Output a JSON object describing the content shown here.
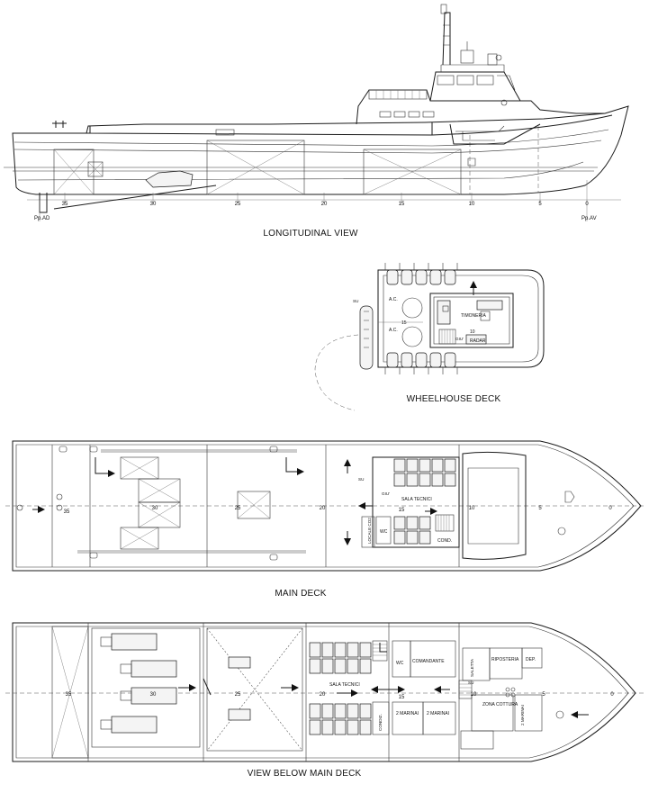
{
  "views": {
    "longitudinal": {
      "title": "LONGITUDINAL VIEW",
      "frame_ticks": [
        "35",
        "30",
        "25",
        "20",
        "15",
        "10",
        "5",
        "0"
      ],
      "aft_perpendicular": "Pp.AD",
      "fore_perpendicular": "Pp.AV"
    },
    "wheelhouse": {
      "title": "WHEELHOUSE DECK",
      "labels": {
        "ac1": "A.C.",
        "ac2": "A.C.",
        "timoneria": "TIMONERIA",
        "radar": "RADAR",
        "frame15": "15",
        "frame10": "10",
        "su": "SU",
        "giu": "GIU'"
      }
    },
    "main_deck": {
      "title": "MAIN DECK",
      "frame_ticks": [
        "35",
        "30",
        "25",
        "20",
        "15",
        "10",
        "5",
        "0"
      ],
      "labels": {
        "sala_tecnici": "SALA TECNICI",
        "wc": "WC",
        "locale_co2": "LOCALE CO2",
        "cond": "COND.",
        "su": "SU",
        "giu": "GIU'"
      }
    },
    "below_deck": {
      "title": "VIEW BELOW MAIN DECK",
      "frame_ticks": [
        "35",
        "30",
        "25",
        "20",
        "15",
        "10",
        "5",
        "0"
      ],
      "labels": {
        "sala_tecnici": "SALA TECNICI",
        "wc": "WC",
        "comandante": "COMANDANTE",
        "saletta": "SALETTA",
        "ripostiera": "RIPOSTERIA",
        "dep": "DEP.",
        "zona_cottura": "ZONA COTTURA",
        "marinai1": "2 MARINAI",
        "marinai2": "2 MARINAI",
        "marinai3": "2 MARINAI",
        "cond": "CONDIZ.",
        "su": "SU"
      }
    }
  }
}
